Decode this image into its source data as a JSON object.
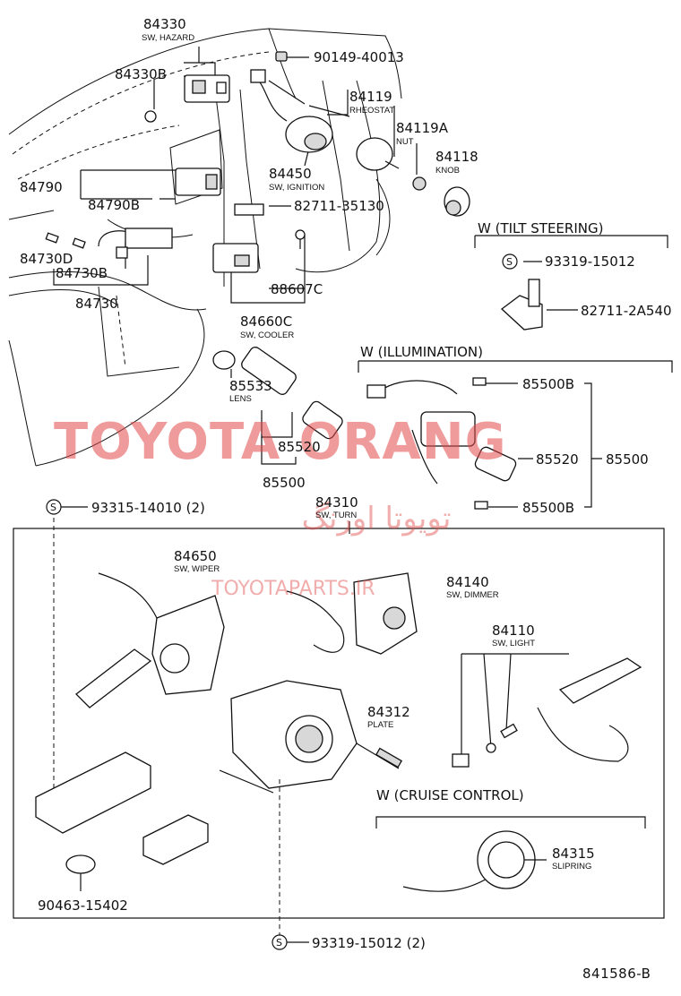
{
  "labels": {
    "p84330": "84330",
    "p84330_sub": "SW, HAZARD",
    "p84330B": "84330B",
    "p90149": "90149-40013",
    "p84119": "84119",
    "p84119_sub": "RHEOSTAT",
    "p84119A": "84119A",
    "p84119A_sub": "NUT",
    "p84118": "84118",
    "p84118_sub": "KNOB",
    "p84790": "84790",
    "p84790B": "84790B",
    "p84450": "84450",
    "p84450_sub": "SW, IGNITION",
    "p82711_35130": "82711-35130",
    "p84730D": "84730D",
    "p84730B": "84730B",
    "p84730": "84730",
    "p88607C": "88607C",
    "p84660C": "84660C",
    "p84660C_sub": "SW, COOLER",
    "tilt_header": "W (TILT STEERING)",
    "p93319_15012": "93319-15012",
    "p82711_2A540": "82711-2A540",
    "illum_header": "W  (ILLUMINATION)",
    "p85533": "85533",
    "p85533_sub": "LENS",
    "p85520_left": "85520",
    "p85500_left": "85500",
    "p85500B_top": "85500B",
    "p85520_right": "85520",
    "p85500_right": "85500",
    "p85500B_bottom": "85500B",
    "p93315": "93315-14010 (2)",
    "p84310": "84310",
    "p84310_sub": "SW, TURN",
    "p84650": "84650",
    "p84650_sub": "SW, WIPER",
    "p84140": "84140",
    "p84140_sub": "SW, DIMMER",
    "p84110": "84110",
    "p84110_sub": "SW, LIGHT",
    "p84312": "84312",
    "p84312_sub": "PLATE",
    "cruise_header": "W (CRUISE CONTROL)",
    "p84315": "84315",
    "p84315_sub": "SLIPRING",
    "p90463": "90463-15402",
    "p93319_bottom": "93319-15012 (2)",
    "s_mark": "S",
    "figure_id": "841586-B"
  },
  "watermark": {
    "latin": "TOYOTA ORANG",
    "persian": "تویوتا اورنگ",
    "site": "TOYOTAPARTS.IR"
  },
  "colors": {
    "ink": "#111111",
    "watermark": "#e24a4a"
  }
}
